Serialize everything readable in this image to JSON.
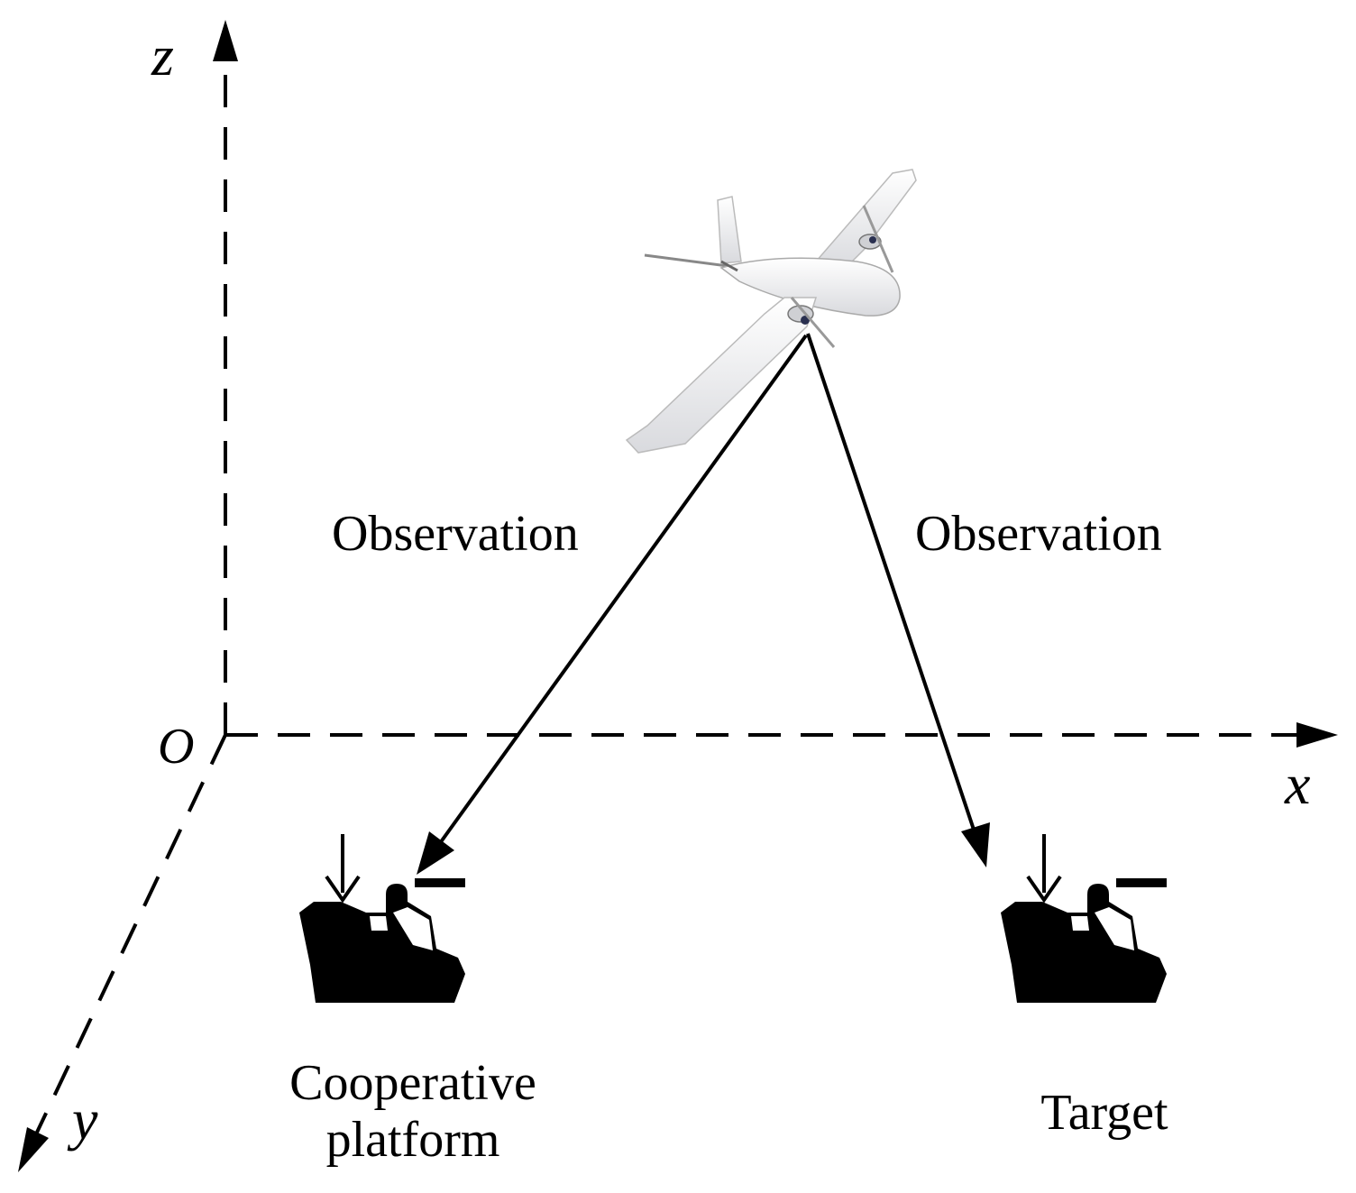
{
  "axes": {
    "x_label": "x",
    "y_label": "y",
    "z_label": "z",
    "origin_label": "O"
  },
  "links": [
    {
      "label": "Observation"
    },
    {
      "label": "Observation"
    }
  ],
  "objects": {
    "uav": {
      "icon": "fixed-wing-uav-icon"
    },
    "cooperative_platform": {
      "icon": "ship-icon",
      "label_line1": "Cooperative",
      "label_line2": "platform"
    },
    "target": {
      "icon": "ship-icon",
      "label": "Target"
    }
  },
  "colors": {
    "line": "#000000",
    "uav_body": "#f2f2f4",
    "ship": "#000000"
  }
}
